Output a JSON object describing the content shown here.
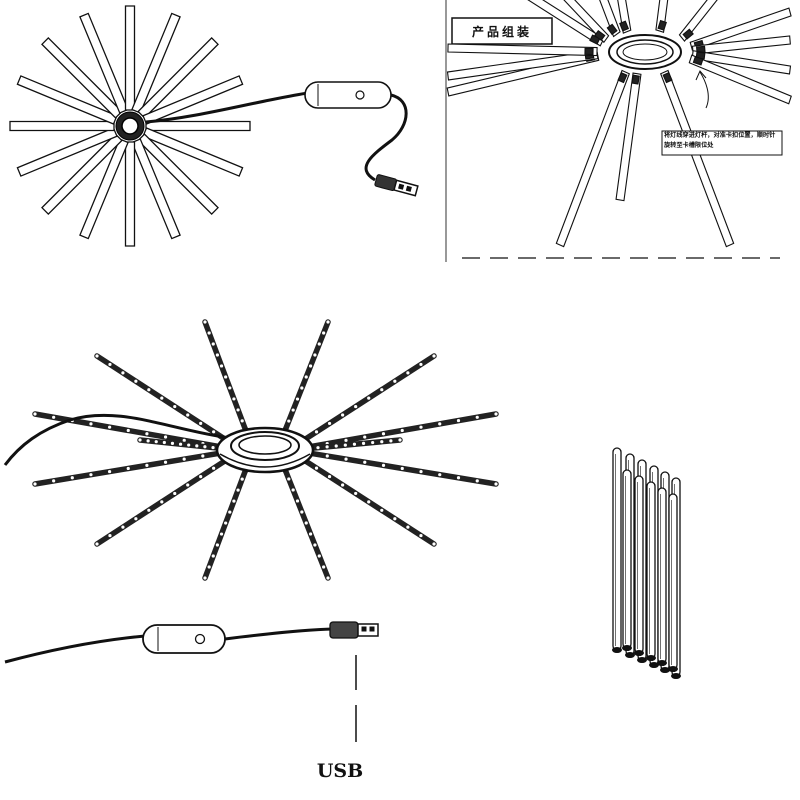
{
  "assembly_panel": {
    "title": "产品组装",
    "instruction": "将灯线穿进灯杆，对准卡扣位置，顺时针旋转至卡槽限位处"
  },
  "usb_label": "USB",
  "colors": {
    "ink": "#111111",
    "background": "#ffffff"
  }
}
